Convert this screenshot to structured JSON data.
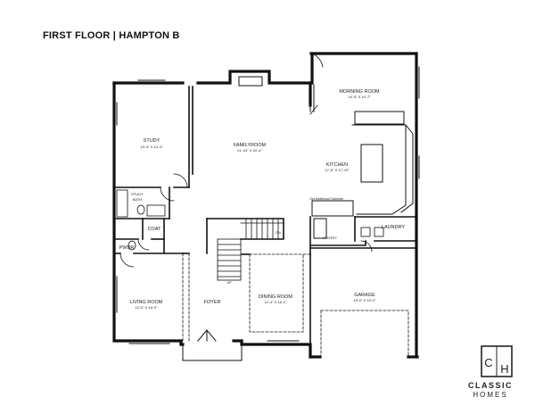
{
  "title": {
    "floor": "FIRST FLOOR",
    "separator": " | ",
    "model": "HAMPTON B"
  },
  "rooms": {
    "study": {
      "name": "STUDY",
      "dims": "13'-4\" X 14'-4\""
    },
    "family": {
      "name": "FAMILYROOM",
      "dims": "21'-10\" X 20'-4\""
    },
    "morning": {
      "name": "MORNING ROOM",
      "dims": "19'-5\" X 10'-7\""
    },
    "kitchen": {
      "name": "KITCHEN",
      "dims": "17'-6\" X 17'-10\""
    },
    "study_bath": {
      "name_line1": "STUDY",
      "name_line2": "BATH"
    },
    "coat": {
      "name": "COAT"
    },
    "pwdr": {
      "name": "PWDR"
    },
    "laundry": {
      "name": "LAUNDRY"
    },
    "pantry": {
      "name": "PANTRY"
    },
    "living": {
      "name": "LIVING ROOM",
      "dims": "12'-0\" X 16'-0\""
    },
    "foyer": {
      "name": "FOYER"
    },
    "dining": {
      "name": "DINING ROOM",
      "dims": "12'-4\" X 16'-2\""
    },
    "garage": {
      "name": "GARAGE",
      "dims": "19'-0\" X 19'-2\""
    }
  },
  "notes": {
    "cabinets": "Opt Additional Cabinets",
    "stair_up": "UP",
    "stair_dn": "DN"
  },
  "logo": {
    "mark_left": "C",
    "mark_right": "H",
    "line1": "CLASSIC",
    "line2": "HOMES"
  }
}
